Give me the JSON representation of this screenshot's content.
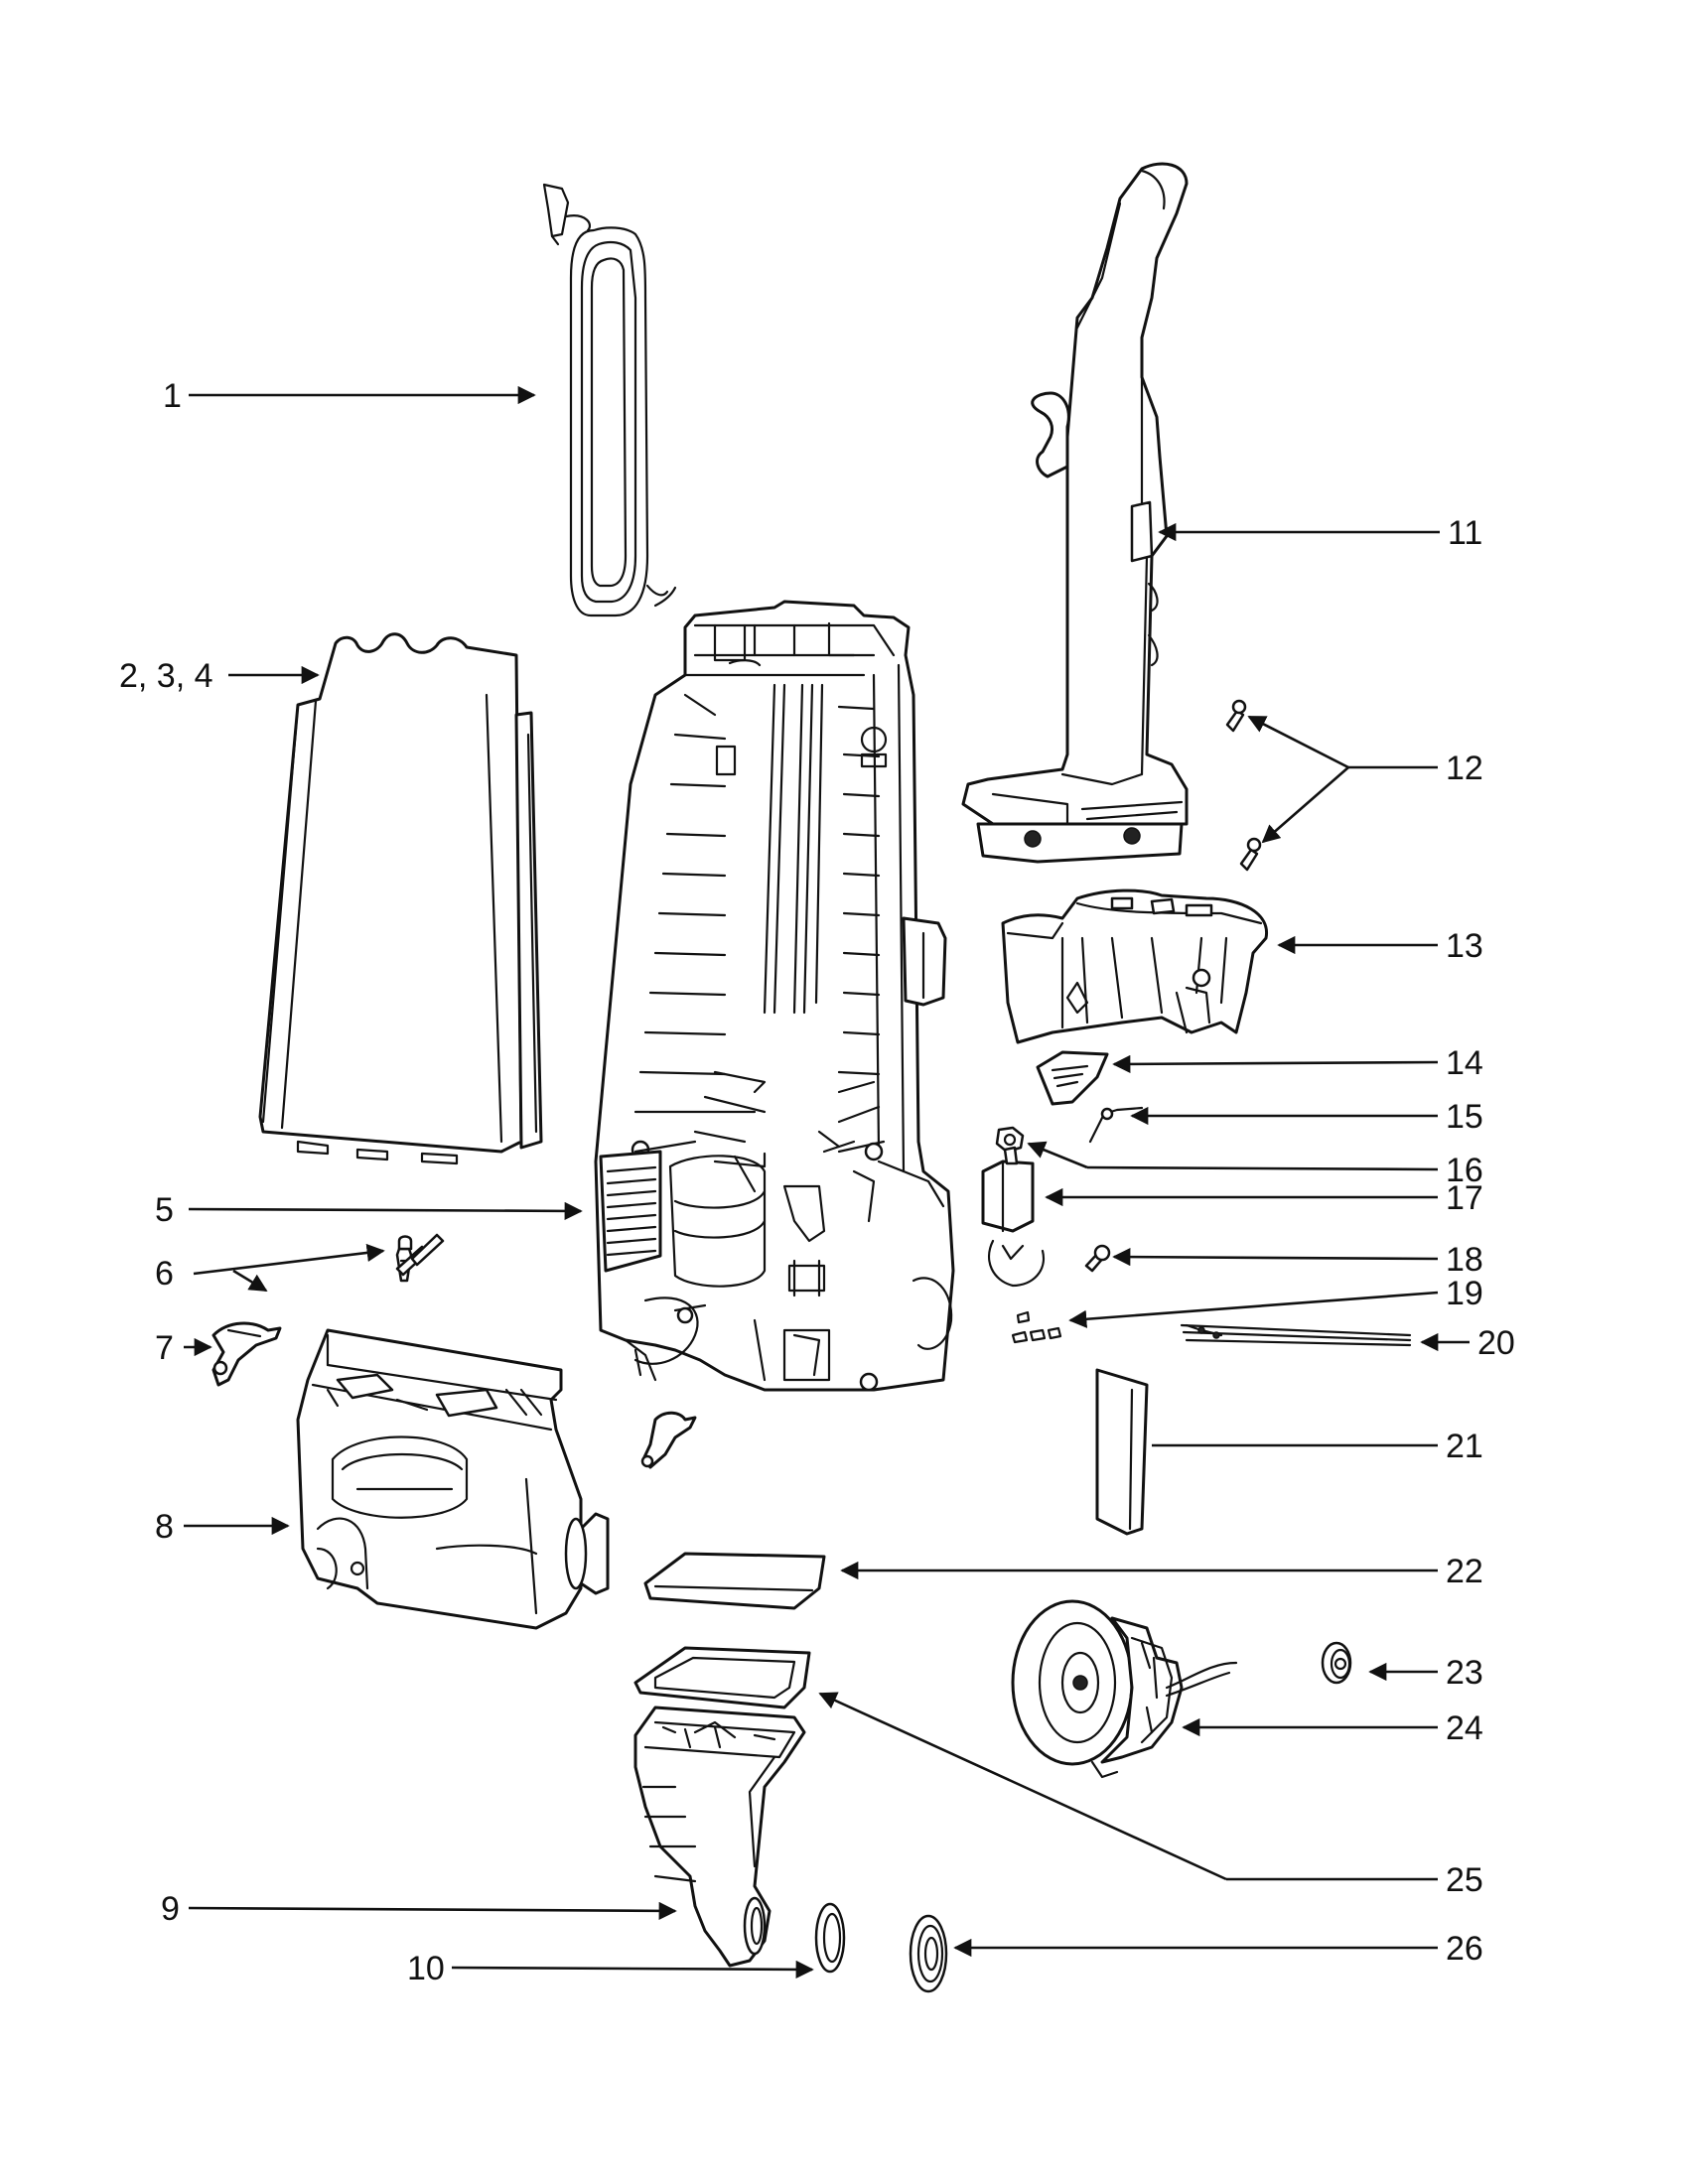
{
  "diagram": {
    "callouts": [
      {
        "id": "1",
        "label": "1"
      },
      {
        "id": "2-3-4",
        "label": "2, 3, 4"
      },
      {
        "id": "5",
        "label": "5"
      },
      {
        "id": "6",
        "label": "6"
      },
      {
        "id": "7",
        "label": "7"
      },
      {
        "id": "8",
        "label": "8"
      },
      {
        "id": "9",
        "label": "9"
      },
      {
        "id": "10",
        "label": "10"
      },
      {
        "id": "11",
        "label": "11"
      },
      {
        "id": "12",
        "label": "12"
      },
      {
        "id": "13",
        "label": "13"
      },
      {
        "id": "14",
        "label": "14"
      },
      {
        "id": "15",
        "label": "15"
      },
      {
        "id": "16",
        "label": "16"
      },
      {
        "id": "17",
        "label": "17"
      },
      {
        "id": "18",
        "label": "18"
      },
      {
        "id": "19",
        "label": "19"
      },
      {
        "id": "20",
        "label": "20"
      },
      {
        "id": "21",
        "label": "21"
      },
      {
        "id": "22",
        "label": "22"
      },
      {
        "id": "23",
        "label": "23"
      },
      {
        "id": "24",
        "label": "24"
      },
      {
        "id": "25",
        "label": "25"
      },
      {
        "id": "26",
        "label": "26"
      }
    ]
  }
}
